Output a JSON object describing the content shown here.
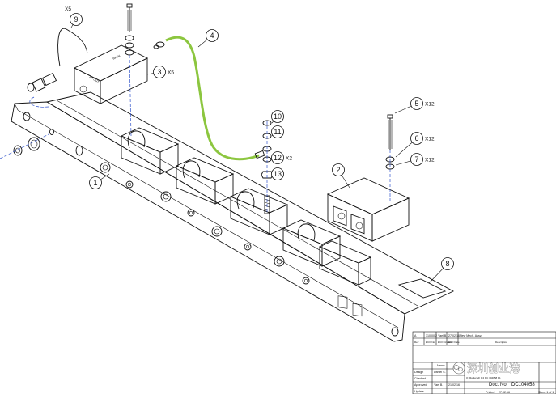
{
  "callouts": [
    {
      "id": "1",
      "qty": ""
    },
    {
      "id": "2",
      "qty": ""
    },
    {
      "id": "3",
      "qty": "X5"
    },
    {
      "id": "4",
      "qty": ""
    },
    {
      "id": "5",
      "qty": "X12"
    },
    {
      "id": "6",
      "qty": "X12"
    },
    {
      "id": "7",
      "qty": "X12"
    },
    {
      "id": "8",
      "qty": ""
    },
    {
      "id": "9",
      "qty": "X5"
    },
    {
      "id": "10",
      "qty": ""
    },
    {
      "id": "11",
      "qty": ""
    },
    {
      "id": "12",
      "qty": "X2"
    },
    {
      "id": "13",
      "qty": ""
    }
  ],
  "title_block": {
    "rev_row": [
      "A",
      "3100002",
      "Yael B.",
      "27.02.16",
      "New Mech. Assy."
    ],
    "rev_header": [
      "Rev",
      "ECO No.",
      "ECO Creator",
      "ECO Date",
      "Description"
    ],
    "name_header": "Name",
    "roles": [
      "Design",
      "Checked",
      "Approved",
      "Update"
    ],
    "design_name": "Daniel S.",
    "approved_name": "Yael B.",
    "approved_date": "21.02.16",
    "material_text": "Q (Reduced) 1:2 DC 104058 P1",
    "doc_no_label": "Doc. No.",
    "doc_no": "DC104058",
    "printed_label": "Printed",
    "printed_date": "27.02.16",
    "sheet": "Sheet 1 of 1"
  },
  "watermark": "深圳创业港"
}
